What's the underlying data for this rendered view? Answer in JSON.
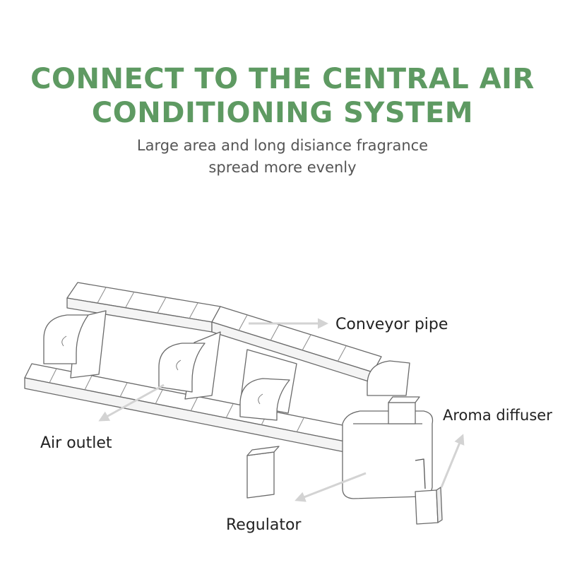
{
  "header": {
    "title_line1": "CONNECT TO THE CENTRAL AIR",
    "title_line2": "CONDITIONING SYSTEM",
    "subtitle_line1": "Large area and long disiance fragrance",
    "subtitle_line2": "spread more evenly"
  },
  "labels": {
    "conveyor_pipe": "Conveyor pipe",
    "air_outlet": "Air outlet",
    "aroma_diffuser": "Aroma diffuser",
    "regulator": "Regulator"
  },
  "colors": {
    "title": "#5e9a62",
    "subtitle": "#555555",
    "line_art": "#666666",
    "arrow": "#d3d3d3"
  }
}
